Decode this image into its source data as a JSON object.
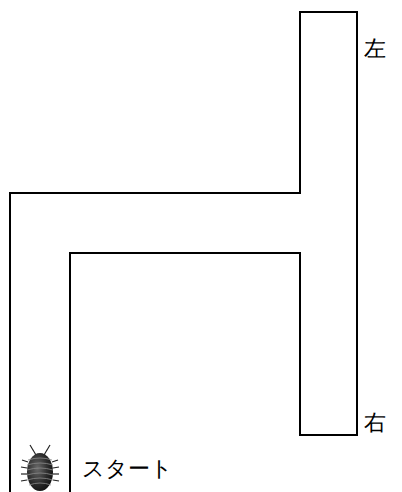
{
  "diagram": {
    "labels": [
      "左",
      "右",
      "スタート"
    ]
  }
}
